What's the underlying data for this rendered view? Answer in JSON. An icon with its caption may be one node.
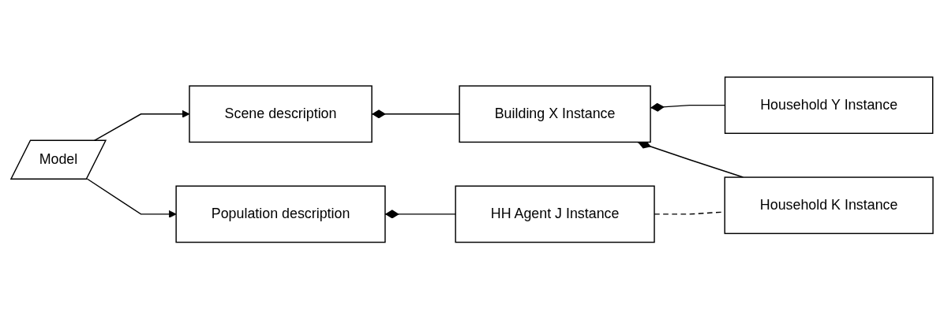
{
  "diagram": {
    "nodes": [
      {
        "text": [
          "Model"
        ]
      },
      {
        "text": [
          "Scene description"
        ]
      },
      {
        "text": [
          "Population description"
        ]
      },
      {
        "text": [
          "Building X Instance"
        ]
      },
      {
        "text": [
          "Household Y Instance"
        ]
      },
      {
        "text": [
          "Household K Instance"
        ]
      },
      {
        "text": [
          "HH Agent J Instance"
        ]
      }
    ],
    "edges": [
      {
        "from": 0,
        "to": 1,
        "arrow": "to"
      },
      {
        "from": 0,
        "to": 2,
        "arrow": "to"
      },
      {
        "from": 1,
        "to": 3,
        "arrow": "other"
      },
      {
        "from": 3,
        "to": 4,
        "arrow": "other"
      },
      {
        "from": 3,
        "to": 5,
        "arrow": "other"
      },
      {
        "from": 2,
        "to": 6,
        "arrow": "other"
      },
      {
        "from": 6,
        "to": 5,
        "arrow": "none",
        "style": "dashed"
      }
    ]
  }
}
